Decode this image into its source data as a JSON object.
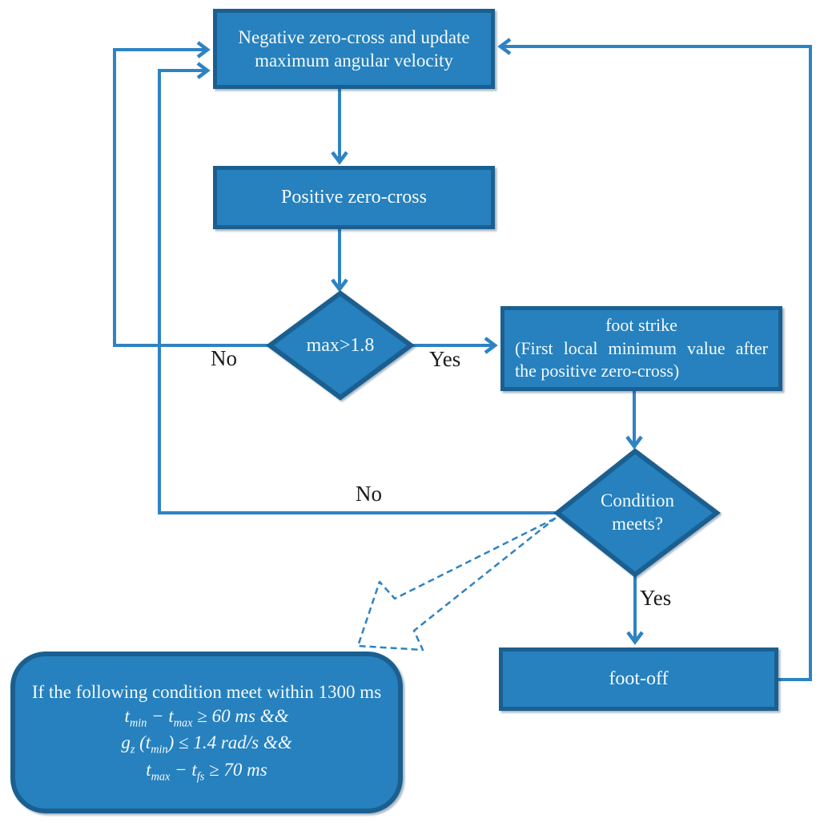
{
  "figure": {
    "background": "#ffffff"
  },
  "theme": {
    "node_fill": "#2681BE",
    "node_border": "#1B5F90",
    "line_color": "#2E83C3",
    "node_text_color": "#F5FAFD",
    "edge_label_color": "#1B1B1B"
  },
  "nodes": {
    "negative_zero_cross": {
      "text": "Negative zero-cross and update maximum angular velocity"
    },
    "positive_zero_cross": {
      "text": "Positive zero-cross"
    },
    "max_decision": {
      "text": "max>1.8"
    },
    "foot_strike": {
      "title": "foot strike",
      "detail": "(First local minimum value after the positive zero-cross)"
    },
    "condition_decision": {
      "text": "Condition meets?"
    },
    "foot_off": {
      "text": "foot-off"
    },
    "callout": {
      "intro": "If the following condition meet within 1300 ms",
      "formulas": [
        [
          {
            "t": "t"
          },
          {
            "sub": "min"
          },
          {
            "t": " − t"
          },
          {
            "sub": "max"
          },
          {
            "t": " ≥ 60 ms &&"
          }
        ],
        [
          {
            "t": "g"
          },
          {
            "sub": "z"
          },
          {
            "t": " (t"
          },
          {
            "sub": "min"
          },
          {
            "t": ") ≤ 1.4 rad/s &&"
          }
        ],
        [
          {
            "t": "t"
          },
          {
            "sub": "max"
          },
          {
            "t": " − t"
          },
          {
            "sub": "fs"
          },
          {
            "t": " ≥ 70 ms"
          }
        ]
      ]
    }
  },
  "edge_labels": {
    "max_no": "No",
    "max_yes": "Yes",
    "condition_no": "No",
    "condition_yes": "Yes"
  }
}
